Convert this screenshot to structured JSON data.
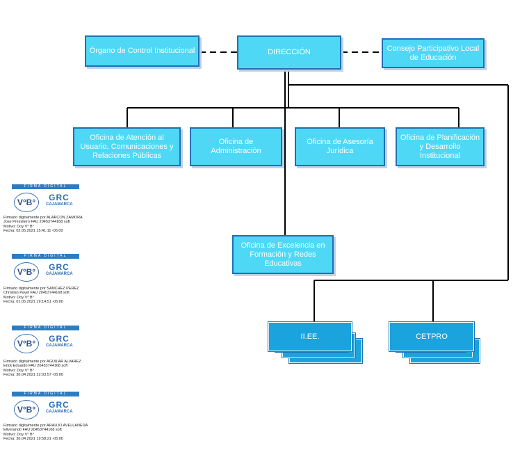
{
  "org_chart": {
    "direccion": "DIRECCIÓN",
    "organo_control": "Órgano de Control Institucional",
    "consejo": "Consejo Participativo Local de Educación",
    "atencion_usuario": "Oficina de Atención al Usuario, Comunicaciones y Relaciones Públicas",
    "administracion": "Oficina de Administración",
    "asesoria": "Oficina de Asesoría Jurídica",
    "planificacion": "Oficina de Planificación y Desarrollo Institucional",
    "excelencia": "Oficina de Excelencia en Formación y Redes Educativas",
    "iiee": "II.EE.",
    "cetpro": "CETPRO"
  },
  "signatures": [
    {
      "banner": "FIRMA DIGITAL",
      "seal": "V°B°",
      "logo": "GRC",
      "logo_name": "CAJAMARCA",
      "text": "Firmado digitalmente por ALARCON ZAMORA Jose Presvitero FAU 20453744168 soft\nMotivo: Doy V° B°\nFecha: 02.05.2021 15:41:11 -05:00"
    },
    {
      "banner": "FIRMA DIGITAL",
      "seal": "V°B°",
      "logo": "GRC",
      "logo_name": "CAJAMARCA",
      "text": "Firmado digitalmente por SANCHEZ PEREZ Christian Pavel FAU 20453744168 soft\nMotivo: Doy V° B°\nFecha: 01.05.2021 19:14:51 -05:00"
    },
    {
      "banner": "FIRMA DIGITAL",
      "seal": "V°B°",
      "logo": "GRC",
      "logo_name": "CAJAMARCA",
      "text": "Firmado digitalmente por AGUILAR ALVAREZ Erick Eduardo FAU 20453744168 soft\nMotivo: Doy V° B°\nFecha: 30.04.2021 22:03:57 -05:00"
    },
    {
      "banner": "FIRMA DIGITAL",
      "seal": "V°B°",
      "logo": "GRC",
      "logo_name": "CAJAMARCA",
      "text": "Firmado digitalmente por ARAUJO AVELLANEDA Eliverando FAU 20453744168 soft\nMotivo: Doy V° B°\nFecha: 30.04.2021 19:58:21 -05:00"
    }
  ],
  "colors": {
    "box_fill": "#4ed8f5",
    "box_border": "#1f6fb5",
    "stack_fill": "#1aa3dc",
    "connector": "#000000"
  }
}
